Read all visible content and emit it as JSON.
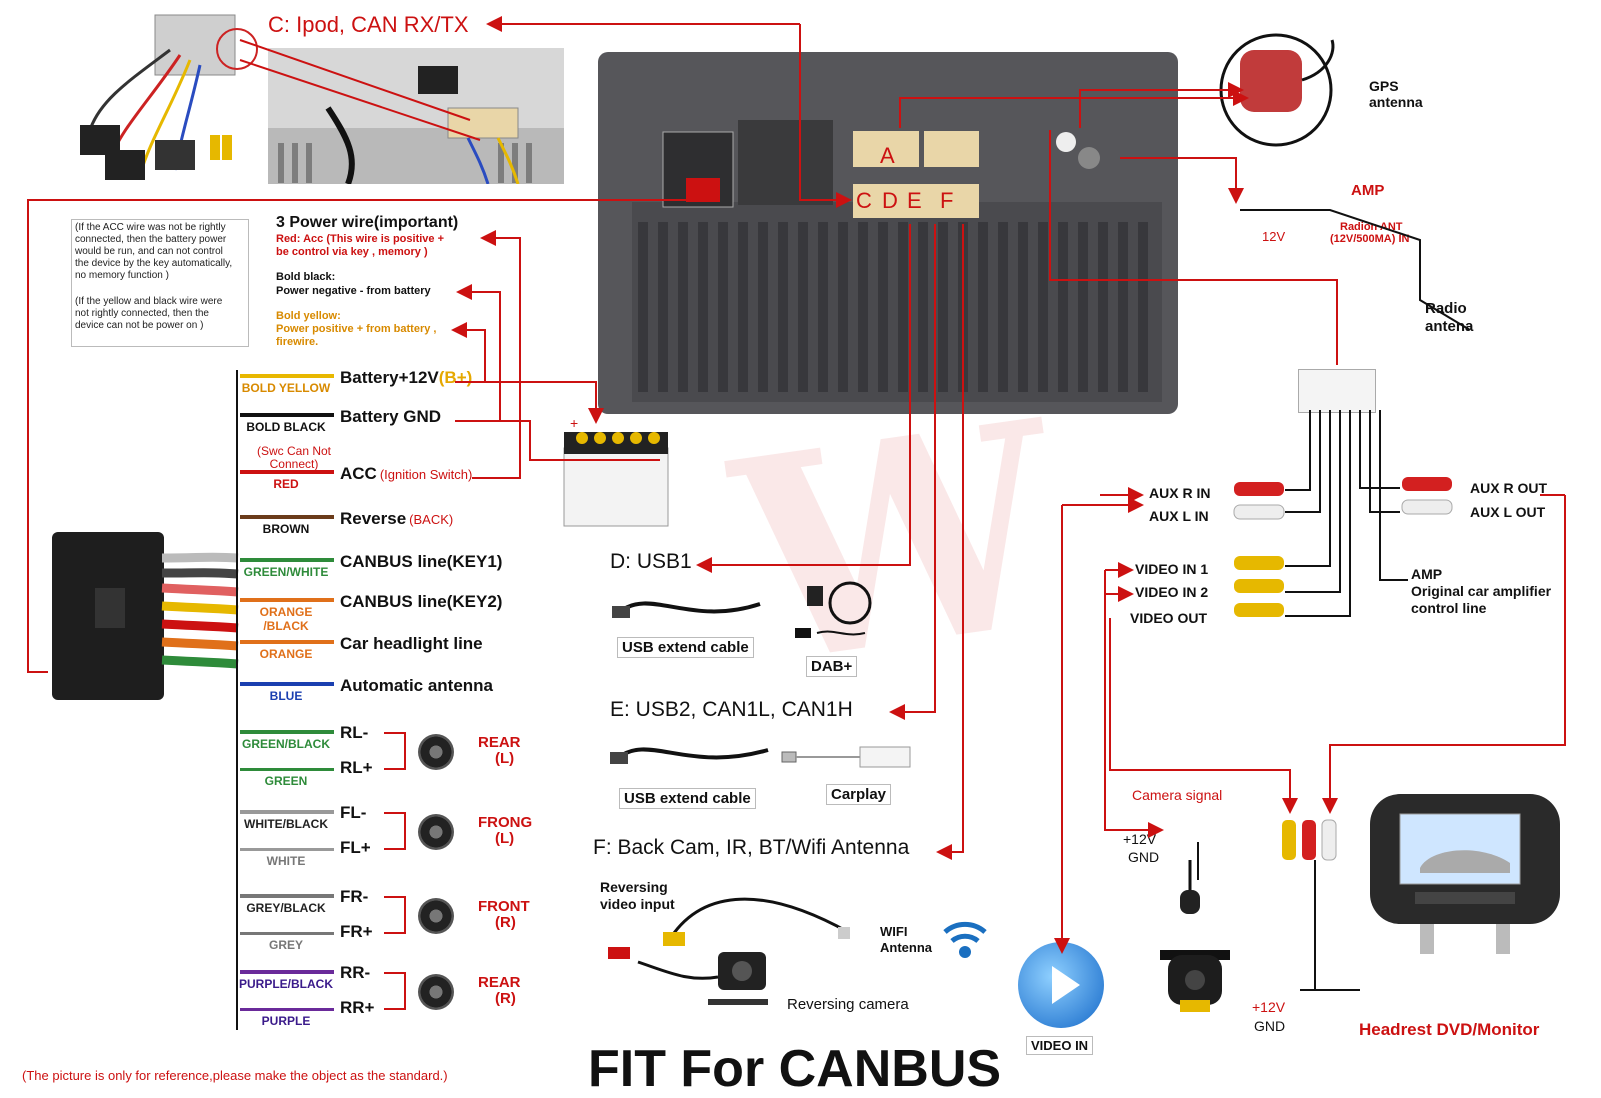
{
  "header": {
    "c_label": "C: Ipod, CAN RX/TX"
  },
  "unit": {
    "port_a": "A",
    "port_c": "C",
    "port_d": "D",
    "port_e": "E",
    "port_f": "F"
  },
  "gps": {
    "label_1": "GPS",
    "label_2": "antenna"
  },
  "amp": {
    "label": "AMP",
    "v12": "12V",
    "radion_1": "Radion ANT",
    "radion_2": "(12V/500MA) IN"
  },
  "radio_ant": {
    "label_1": "Radio",
    "label_2": "antena"
  },
  "notes": {
    "acc_note": [
      "(If the ACC wire was not be rightly",
      "connected, then the battery power",
      "would be run, and can not control",
      "the device by the key automatically,",
      "no memory function )"
    ],
    "yellow_note": [
      "(If the yellow and black wire were",
      "not rightly connected, then the",
      "device can not be power on )"
    ]
  },
  "power": {
    "title": "3 Power wire(important)",
    "red_1": "Red: Acc (This wire is positive +",
    "red_2": "be control via key , memory )",
    "black_1": "Bold black:",
    "black_2": "Power  negative - from battery",
    "yellow_1": "Bold yellow:",
    "yellow_2": "Power positive + from battery ,",
    "yellow_3": "firewire."
  },
  "wires": [
    {
      "color_label": "BOLD YELLOW",
      "function": "Battery+12V",
      "extra": "(B+)",
      "swatch": "#e8b800"
    },
    {
      "color_label": "BOLD BLACK",
      "function": "Battery GND",
      "extra": "",
      "swatch": "#111111"
    },
    {
      "color_label": "RED",
      "function": "ACC",
      "extra": "(Ignition Switch)",
      "swatch": "#cc1111"
    },
    {
      "color_label": "BROWN",
      "function": "Reverse",
      "extra": "(BACK)",
      "swatch": "#6b3b1a"
    },
    {
      "color_label": "GREEN/WHITE",
      "function": "CANBUS line(KEY1)",
      "extra": "",
      "swatch": "#2e8b3a"
    },
    {
      "color_label": "ORANGE /BLACK",
      "function": "CANBUS line(KEY2)",
      "extra": "",
      "swatch": "#e0701a"
    },
    {
      "color_label": "ORANGE",
      "function": "Car headlight line",
      "extra": "",
      "swatch": "#e0701a"
    },
    {
      "color_label": "BLUE",
      "function": "Automatic antenna",
      "extra": "",
      "swatch": "#1a3fb0"
    }
  ],
  "swc_note": "(Swc Can Not Connect)",
  "speakers": [
    {
      "neg_wire": "GREEN/BLACK",
      "pos_wire": "GREEN",
      "neg": "RL-",
      "pos": "RL+",
      "name_1": "REAR",
      "name_2": "(L)"
    },
    {
      "neg_wire": "WHITE/BLACK",
      "pos_wire": "WHITE",
      "neg": "FL-",
      "pos": "FL+",
      "name_1": "FRONG",
      "name_2": "(L)"
    },
    {
      "neg_wire": "GREY/BLACK",
      "pos_wire": "GREY",
      "neg": "FR-",
      "pos": "FR+",
      "name_1": "FRONT",
      "name_2": "(R)"
    },
    {
      "neg_wire": "PURPLE/BLACK",
      "pos_wire": "PURPLE",
      "neg": "RR-",
      "pos": "RR+",
      "name_1": "REAR",
      "name_2": "(R)"
    }
  ],
  "sections": {
    "d": "D: USB1",
    "d_cap1": "USB extend cable",
    "d_cap2": "DAB+",
    "e": "E:  USB2, CAN1L, CAN1H",
    "e_cap1": "USB extend cable",
    "e_cap2": "Carplay",
    "f": "F: Back Cam, IR, BT/Wifi Antenna",
    "rev_1": "Reversing",
    "rev_2": "video input",
    "wifi_1": "WIFI",
    "wifi_2": "Antenna",
    "rev_cam": "Reversing camera"
  },
  "av": {
    "aux_r_in": "AUX R IN",
    "aux_l_in": "AUX L IN",
    "aux_r_out": "AUX R OUT",
    "aux_l_out": "AUX L OUT",
    "video_in_1": "VIDEO IN 1",
    "video_in_2": "VIDEO IN 2",
    "video_out": "VIDEO OUT",
    "amp_1": "AMP",
    "amp_2": "Original car amplifier",
    "amp_3": "control line",
    "cam_signal": "Camera signal",
    "cam_12v": "+12V",
    "cam_gnd": "GND",
    "video_in": "VIDEO IN",
    "mon_12v": "+12V",
    "mon_gnd": "GND",
    "monitor": "Headrest DVD/Monitor"
  },
  "footer": {
    "disclaimer": "(The picture is only for reference,please make the object as the standard.)",
    "fit": "FIT For CANBUS"
  },
  "colors": {
    "accent_red": "#cc1111",
    "unit_grey": "#56565a",
    "connector_tan": "#e9d6a8"
  }
}
